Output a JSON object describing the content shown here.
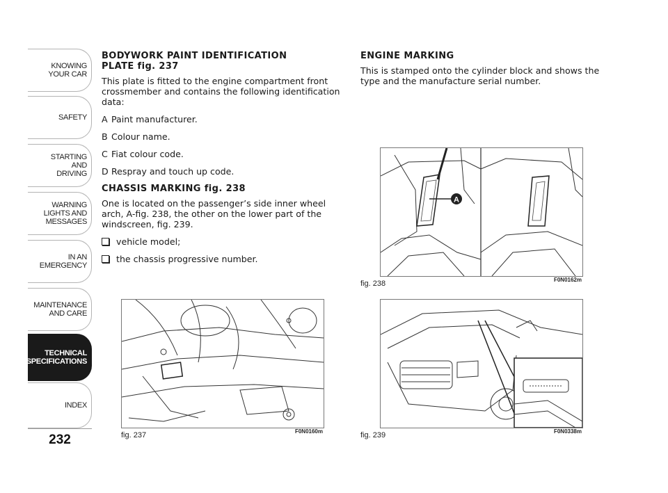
{
  "sidebar": {
    "tabs": [
      {
        "lines": [
          "KNOWING",
          "YOUR CAR"
        ]
      },
      {
        "lines": [
          "SAFETY"
        ]
      },
      {
        "lines": [
          "STARTING",
          "AND",
          "DRIVING"
        ]
      },
      {
        "lines": [
          "WARNING",
          "LIGHTS AND",
          "MESSAGES"
        ]
      },
      {
        "lines": [
          "IN AN",
          "EMERGENCY"
        ]
      },
      {
        "lines": [
          "MAINTENANCE",
          "AND CARE"
        ]
      },
      {
        "lines": [
          "TECHNICAL",
          "SPECIFICATIONS"
        ],
        "active": true
      },
      {
        "lines": [
          "INDEX"
        ]
      }
    ],
    "active_color": "#1a1a1a"
  },
  "page_number": "232",
  "left_column": {
    "paint_heading": [
      "BODYWORK PAINT IDENTIFICATION",
      "PLATE fig. 237"
    ],
    "paint_intro": "This plate is fitted to the engine compartment front crossmember and contains the following identification data:",
    "paint_items": [
      {
        "key": "A",
        "text": "Paint manufacturer."
      },
      {
        "key": "B",
        "text": "Colour name."
      },
      {
        "key": "C",
        "text": "Fiat colour code."
      },
      {
        "key": "D",
        "text": "Respray and touch up code."
      }
    ],
    "chassis_heading": "CHASSIS MARKING fig. 238",
    "chassis_text": "One is located on the passenger’s side inner wheel arch, A-fig. 238, the other on the lower part of the windscreen, fig. 239.",
    "chassis_items": [
      "vehicle model;",
      "the chassis progressive number."
    ]
  },
  "right_column": {
    "engine_heading": "ENGINE MARKING",
    "engine_text": "This is stamped onto the cylinder block and shows the type and the manufacture serial number."
  },
  "figures": {
    "fig237": {
      "caption": "fig. 237",
      "code": "F0N0160m"
    },
    "fig238": {
      "caption": "fig. 238",
      "code": "F0N0162m",
      "callout": "A"
    },
    "fig239": {
      "caption": "fig. 239",
      "code": "F0N0338m"
    }
  }
}
